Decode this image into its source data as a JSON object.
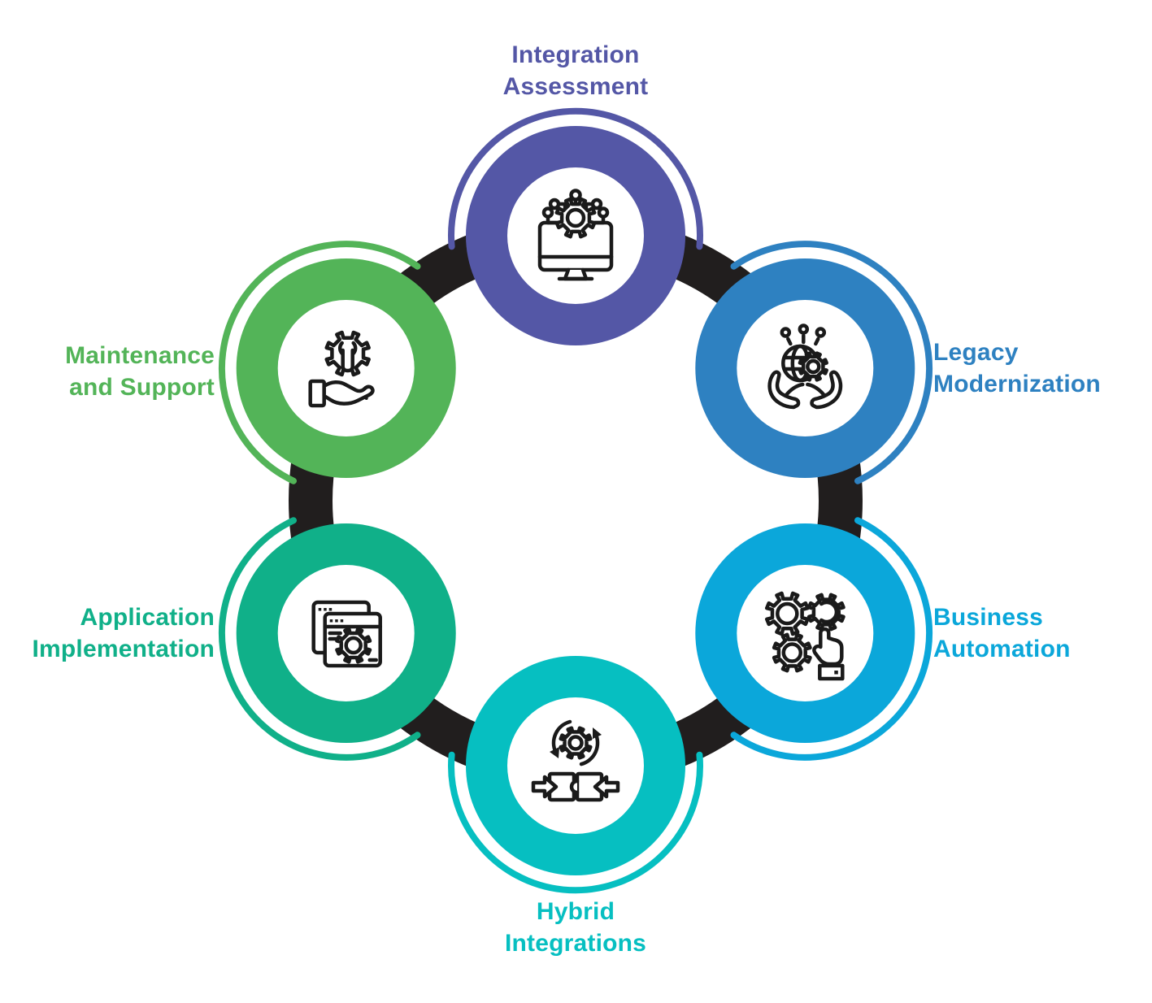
{
  "diagram": {
    "kind": "circular-process-diagram",
    "background": "#ffffff",
    "connector_color": "#211e1e",
    "icon_stroke_color": "#1a1a1a"
  },
  "nodes": [
    {
      "id": "integration-assessment",
      "label": "Integration Assessment",
      "label_lines": [
        "Integration",
        "Assessment"
      ],
      "color": "#5457a6",
      "icon": "monitor-gear-circuit-icon",
      "position": "top"
    },
    {
      "id": "legacy-modernization",
      "label": "Legacy Modernization",
      "label_lines": [
        "Legacy",
        "Modernization"
      ],
      "color": "#2e81c1",
      "icon": "hands-holding-globe-gear-icon",
      "position": "top-right"
    },
    {
      "id": "business-automation",
      "label": "Business Automation",
      "label_lines": [
        "Business",
        "Automation"
      ],
      "color": "#0ba7da",
      "icon": "gears-hand-press-icon",
      "position": "bottom-right"
    },
    {
      "id": "hybrid-integrations",
      "label": "Hybrid Integrations",
      "label_lines": [
        "Hybrid",
        "Integrations"
      ],
      "color": "#06bfc1",
      "icon": "sync-gear-connectors-icon",
      "position": "bottom"
    },
    {
      "id": "application-implementation",
      "label": "Application Implementation",
      "label_lines": [
        "Application",
        "Implementation"
      ],
      "color": "#10b089",
      "icon": "browser-windows-gear-icon",
      "position": "bottom-left"
    },
    {
      "id": "maintenance-and-support",
      "label": "Maintenance and Support",
      "label_lines": [
        "Maintenance",
        "and Support"
      ],
      "color": "#53b458",
      "icon": "hand-holding-gear-wrench-icon",
      "position": "top-left"
    }
  ]
}
